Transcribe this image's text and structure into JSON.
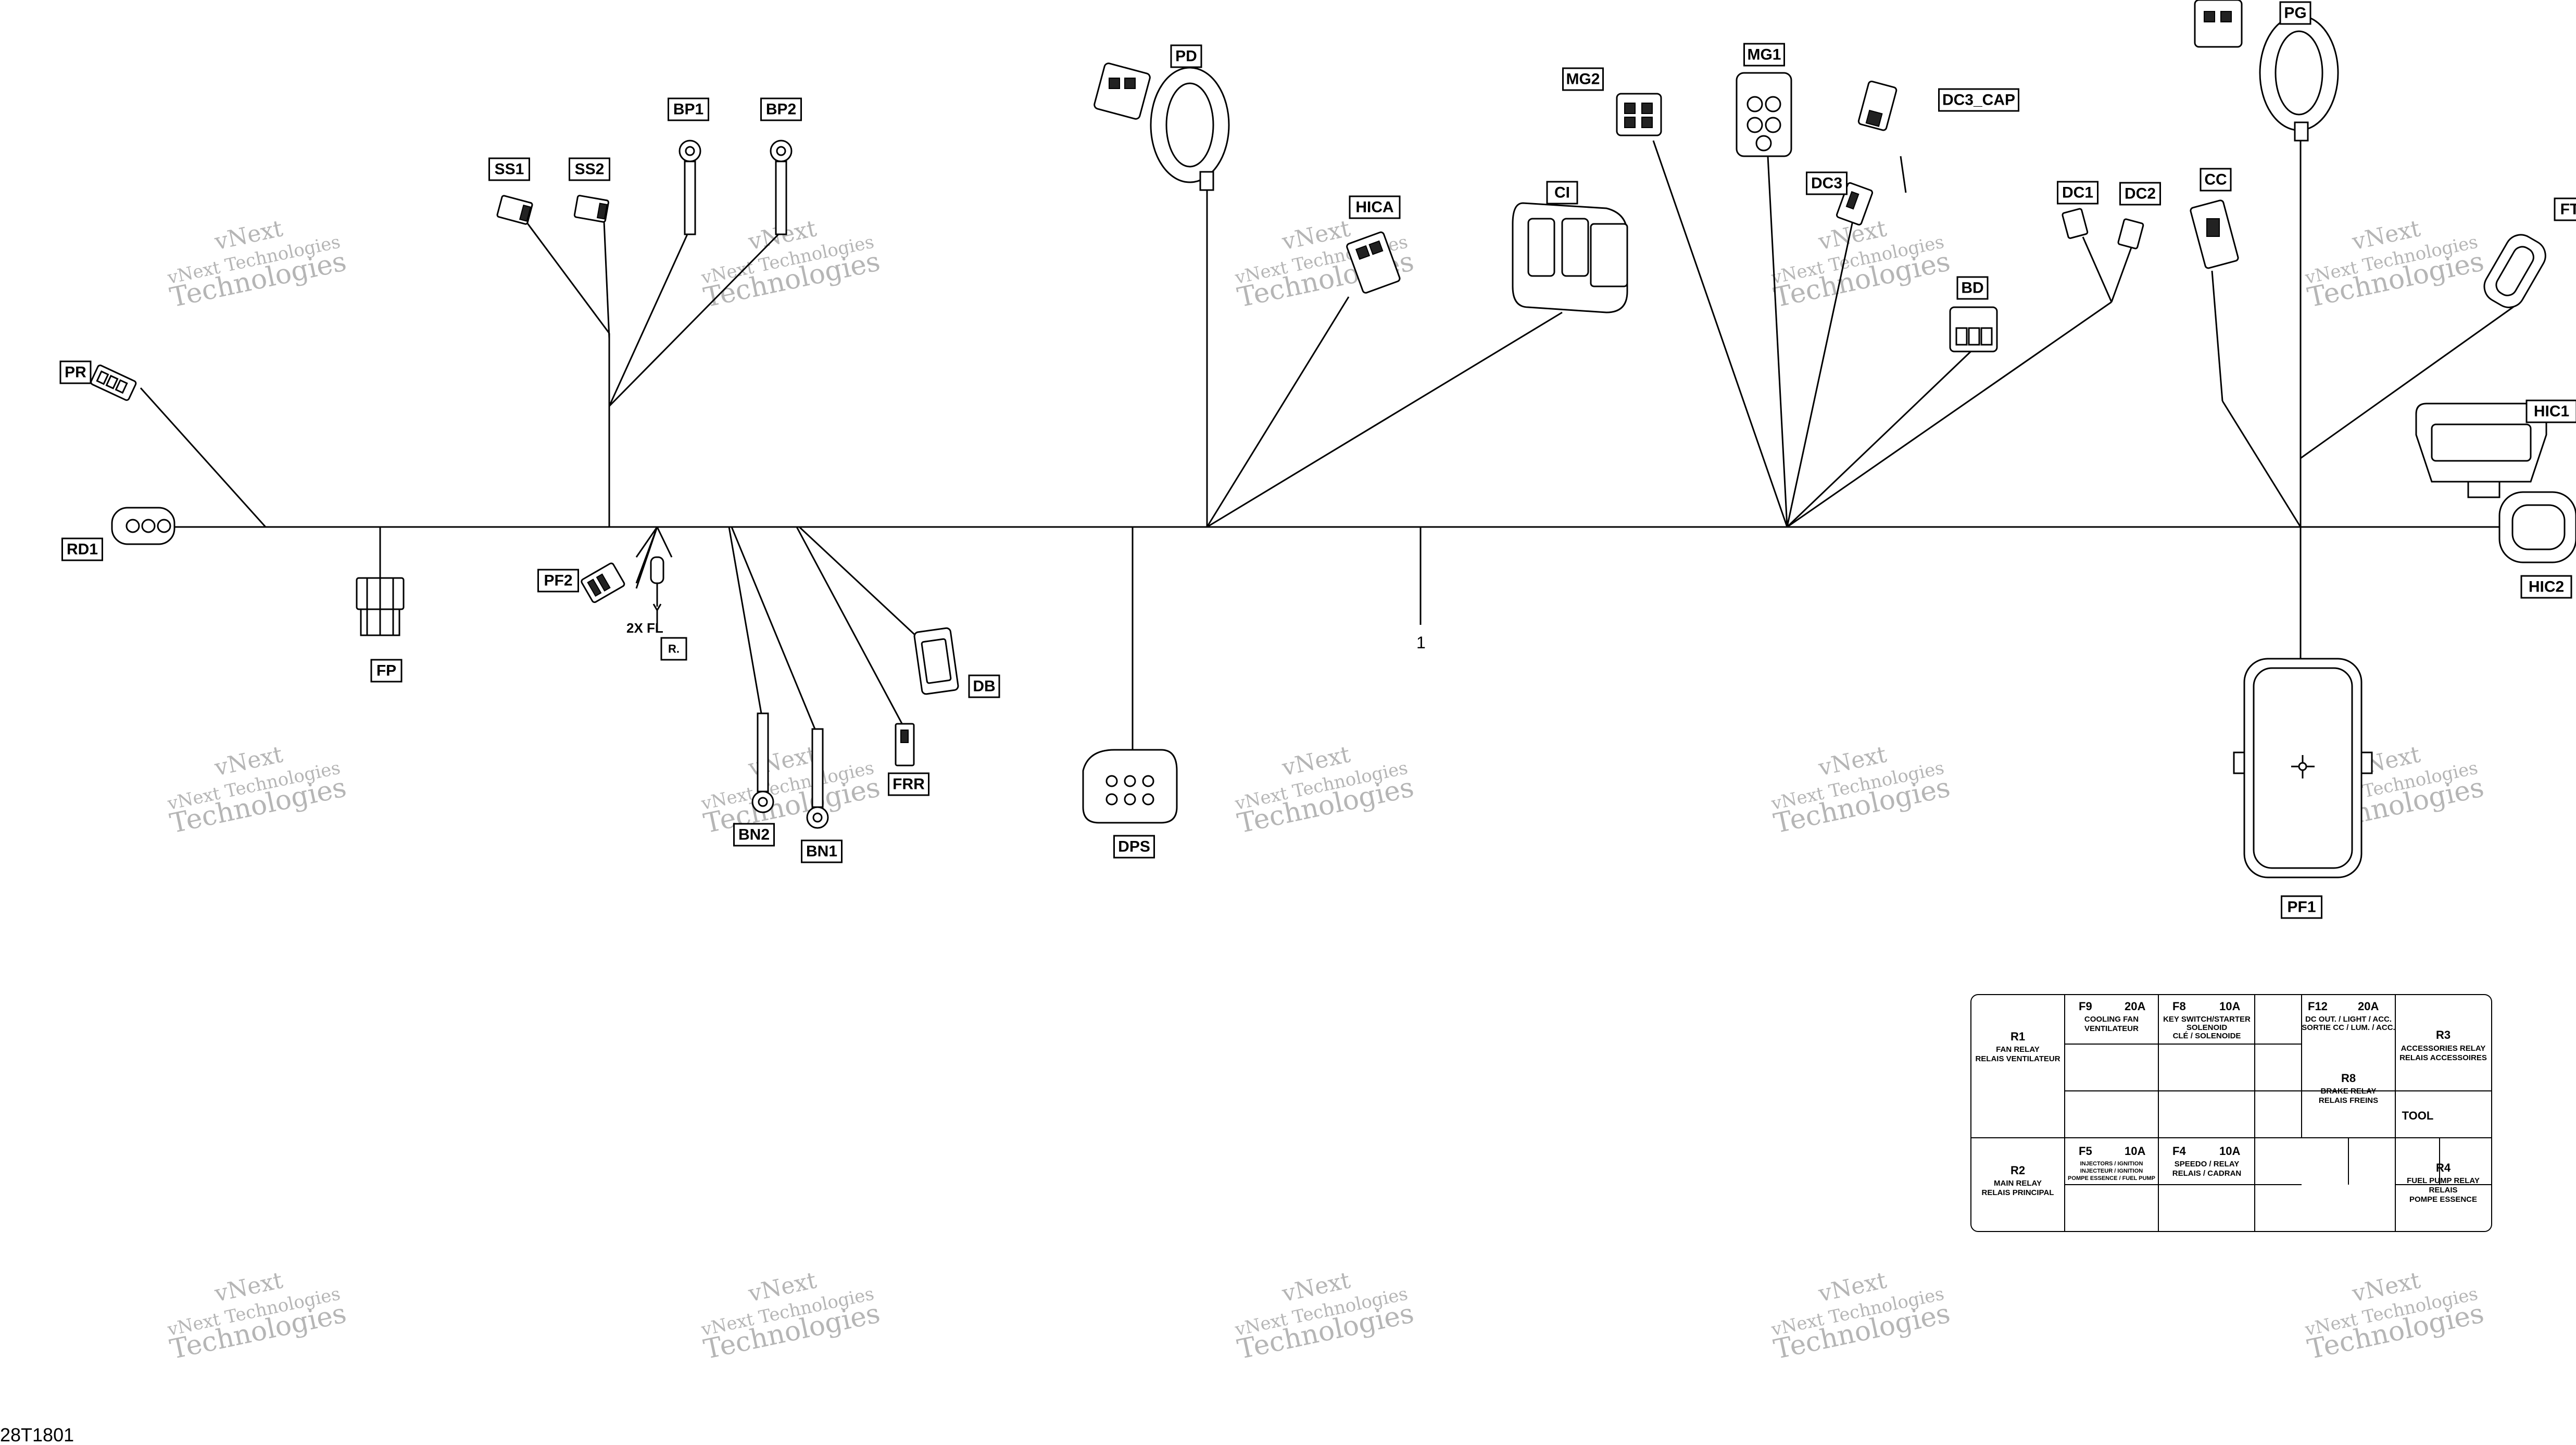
{
  "diagram": {
    "part_number": "28T1801",
    "callout_1": "1",
    "fuse_marker": "2X FL",
    "fuse_marker_box": "R."
  },
  "labels": {
    "PR": "PR",
    "RD1": "RD1",
    "FP": "FP",
    "SS1": "SS1",
    "SS2": "SS2",
    "BP1": "BP1",
    "BP2": "BP2",
    "PF2": "PF2",
    "BN2": "BN2",
    "BN1": "BN1",
    "DB": "DB",
    "FRR": "FRR",
    "DPS": "DPS",
    "PD": "PD",
    "HICA": "HICA",
    "CI": "CI",
    "MG2": "MG2",
    "MG1": "MG1",
    "DC3_CAP": "DC3_CAP",
    "DC3": "DC3",
    "BD": "BD",
    "DC1": "DC1",
    "DC2": "DC2",
    "CC": "CC",
    "PG": "PG",
    "FT": "FT",
    "HIC1": "HIC1",
    "HIC2": "HIC2",
    "PF1": "PF1"
  },
  "watermark": {
    "line1": "vNext",
    "line2": "vNext Technologies",
    "line3": "Technologies"
  },
  "fuse_table": {
    "R1": {
      "code": "R1",
      "line1": "FAN RELAY",
      "line2": "RELAIS VENTILATEUR"
    },
    "F9": {
      "code": "F9",
      "amp": "20A",
      "line1": "COOLING FAN",
      "line2": "VENTILATEUR"
    },
    "F8": {
      "code": "F8",
      "amp": "10A",
      "line1": "KEY SWITCH/STARTER",
      "line2": "SOLENOID",
      "line3": "CLÉ / SOLENOIDE"
    },
    "F12": {
      "code": "F12",
      "amp": "20A",
      "line1": "DC OUT. / LIGHT / ACC.",
      "line2": "SORTIE CC / LUM. / ACC."
    },
    "R3": {
      "code": "R3",
      "line1": "ACCESSORIES RELAY",
      "line2": "RELAIS ACCESSOIRES"
    },
    "R8": {
      "code": "R8",
      "line1": "BRAKE RELAY",
      "line2": "RELAIS FREINS"
    },
    "TOOL": "TOOL",
    "R2": {
      "code": "R2",
      "line1": "MAIN RELAY",
      "line2": "RELAIS PRINCIPAL"
    },
    "F5": {
      "code": "F5",
      "amp": "10A",
      "line1": "INJECTORS / IGNITION",
      "line2": "INJECTEUR / IGNITION",
      "line3": "POMPE ESSENCE / FUEL PUMP"
    },
    "F4": {
      "code": "F4",
      "amp": "10A",
      "line1": "SPEEDO / RELAY",
      "line2": "RELAIS / CADRAN"
    },
    "R4": {
      "code": "R4",
      "line1": "FUEL PUMP RELAY",
      "line2": "RELAIS",
      "line3": "POMPE ESSENCE"
    }
  }
}
